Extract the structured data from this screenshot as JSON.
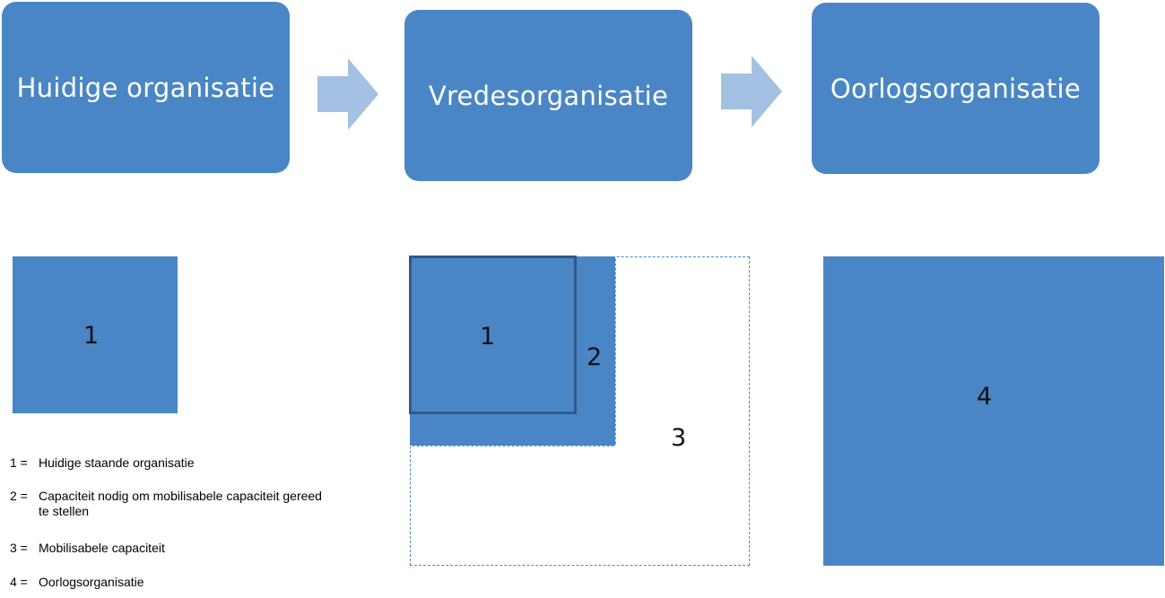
{
  "stages": [
    {
      "label": "Huidige organisatie"
    },
    {
      "label": "Vredesorganisatie"
    },
    {
      "label": "Oorlogsorganisatie"
    }
  ],
  "arrow_icon": "right-arrow-icon",
  "squares": {
    "current": {
      "label": "1"
    },
    "peace": {
      "inner": "1",
      "middle": "2",
      "outer": "3"
    },
    "war": {
      "label": "4"
    }
  },
  "legend": [
    {
      "key": "1 =",
      "text": "Huidige staande organisatie"
    },
    {
      "key": "2 =",
      "text": "Capaciteit nodig om mobilisabele capaciteit gereed te stellen"
    },
    {
      "key": "3 =",
      "text": "Mobilisabele capaciteit"
    },
    {
      "key": "4 =",
      "text": "Oorlogsorganisatie"
    }
  ],
  "colors": {
    "box_fill": "#4a86c5",
    "arrow_fill": "#a4c0e2",
    "outline_dark": "#2f5a88",
    "dashed": "#4a86c5"
  }
}
